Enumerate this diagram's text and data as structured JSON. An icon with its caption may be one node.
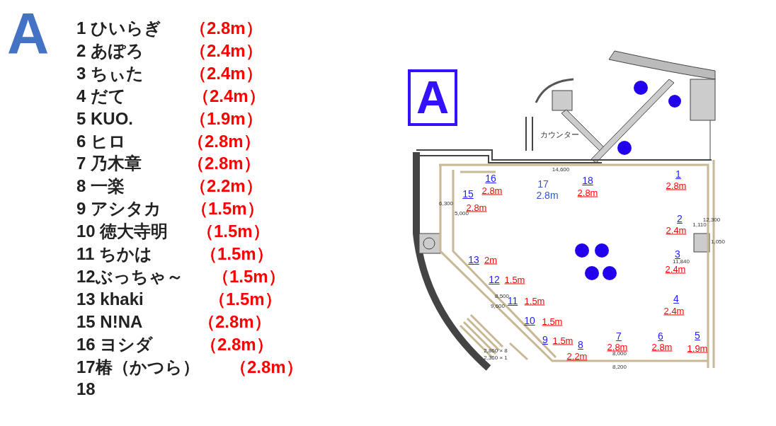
{
  "diagram": {
    "title": "A",
    "labels": [
      "1 ひいらぎ",
      "（2.8m）",
      "2 あぽろ",
      "（2.4m）",
      "3 ちぃた",
      "（2.4m）",
      "4 だて",
      "（2.4m）",
      "5 KUO.",
      "（1.9m）",
      "6 ヒロ",
      "（2.8m）",
      "7 乃木章",
      "（2.8m）",
      "8 一楽",
      "（2.2m）",
      "9 アシタカ",
      "（1.5m）",
      "10 徳大寺明",
      "（1.5m）",
      "11 ちかは",
      "（1.5m）",
      "12ぶっちゃ～",
      "（1.5m）",
      "13 khaki",
      "（1.5m）",
      "15 N!NA",
      "（2.8m）",
      "16 ヨシダ",
      "（2.8m）",
      "17椿（かつら）",
      "（2.8m）",
      "18",
      "A",
      "カウンター",
      "14,600",
      "16",
      "2.8m",
      "17",
      "2.8m",
      "18",
      "2.8m",
      "1",
      "2.8m",
      "15",
      "2.8m",
      "6,300",
      "5,000",
      "12,300",
      "2",
      "2.4m",
      "1,110",
      "1,050",
      "13",
      "2m",
      "3",
      "11,840",
      "2.4m",
      "12",
      "1.5m",
      "8,500",
      "11",
      "1.5m",
      "9,600",
      "4",
      "2.4m",
      "10",
      "1.5m",
      "9",
      "1.5m",
      "8",
      "2.2m",
      "7",
      "2.8m",
      "6",
      "2.8m",
      "5",
      "1.9m",
      "2,860 × 8",
      "2,360 × 1",
      "8,000",
      "8,200"
    ]
  }
}
